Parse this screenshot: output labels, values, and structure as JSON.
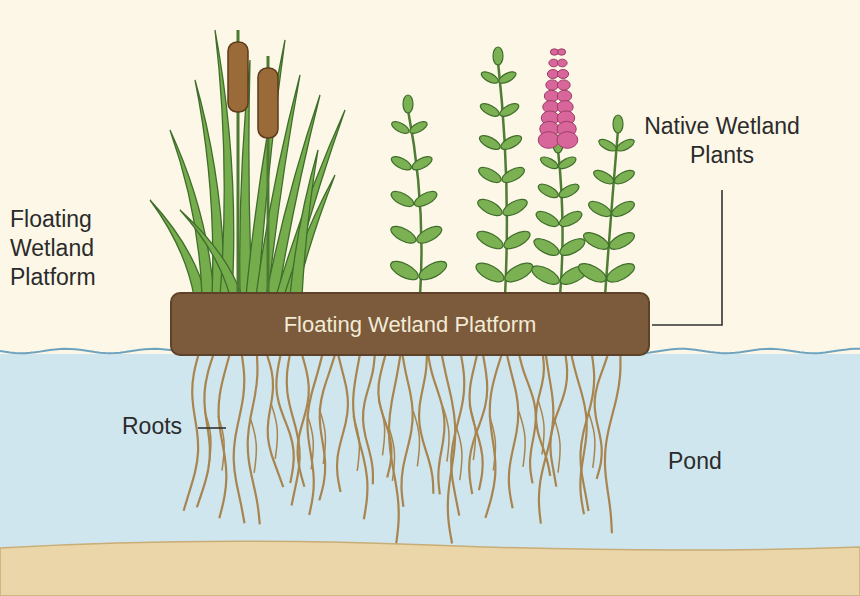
{
  "diagram": {
    "nodes": [
      {
        "text": [
          "Floating Wetland Platform"
        ]
      },
      {
        "text": [
          "Pond"
        ]
      }
    ],
    "labels": [
      "Floating Wetland Platform",
      "Native Wetland Plants",
      "Roots"
    ]
  }
}
